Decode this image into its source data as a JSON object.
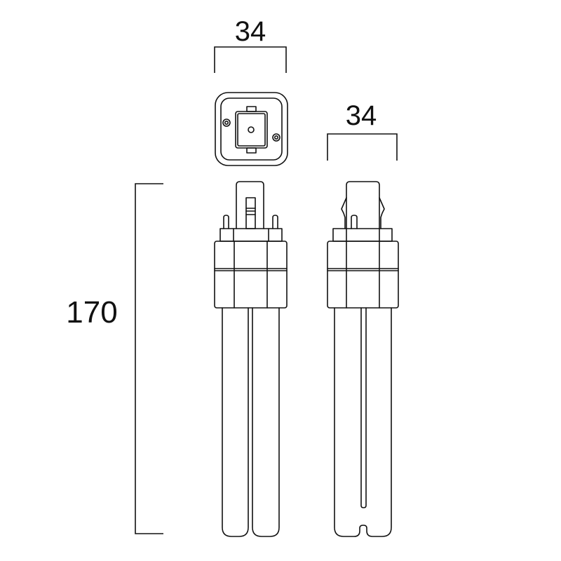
{
  "drawing": {
    "title": "Compact fluorescent lamp (2-pin) dimension drawing",
    "line_color": "#111111",
    "background": "#ffffff",
    "units": "mm",
    "views": [
      "top-view",
      "front-view",
      "side-view"
    ]
  },
  "dimensions": {
    "top_width": "34",
    "side_width": "34",
    "overall_length": "170"
  }
}
